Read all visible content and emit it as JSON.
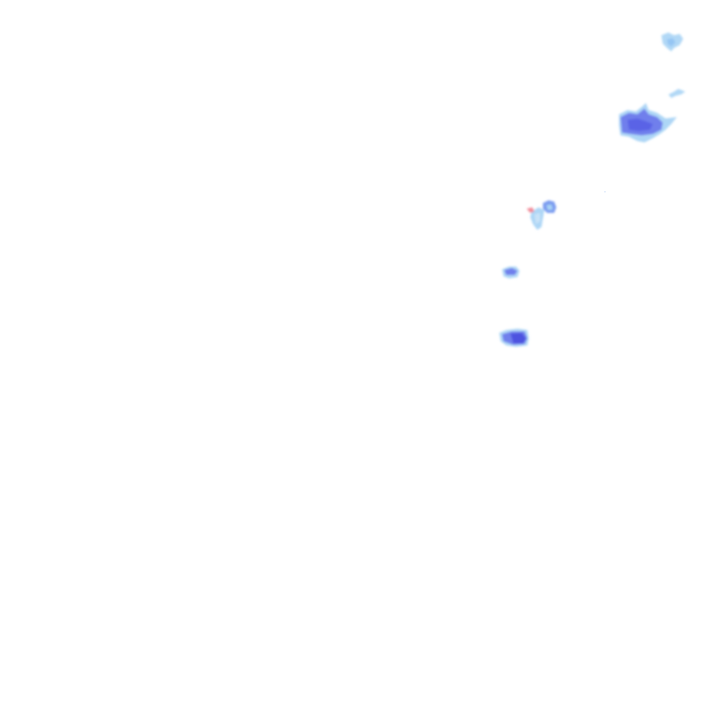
{
  "map": {
    "background": "#ffffff",
    "layer": "precipitation-radar",
    "palette": {
      "light": "#a9d4f5",
      "medium": "#7b9cf0",
      "heavy": "#5a63e6",
      "core": "#4d52e0",
      "warning": "#f07a8a"
    },
    "echoes": [
      {
        "id": "echo-far-north-small",
        "intensity": "light"
      },
      {
        "id": "echo-north-streak",
        "intensity": "light"
      },
      {
        "id": "echo-north-large-cell",
        "intensity": "heavy"
      },
      {
        "id": "echo-mid-pair",
        "intensity": "medium"
      },
      {
        "id": "echo-mid-small",
        "intensity": "medium"
      },
      {
        "id": "echo-south-cell",
        "intensity": "heavy"
      }
    ]
  }
}
